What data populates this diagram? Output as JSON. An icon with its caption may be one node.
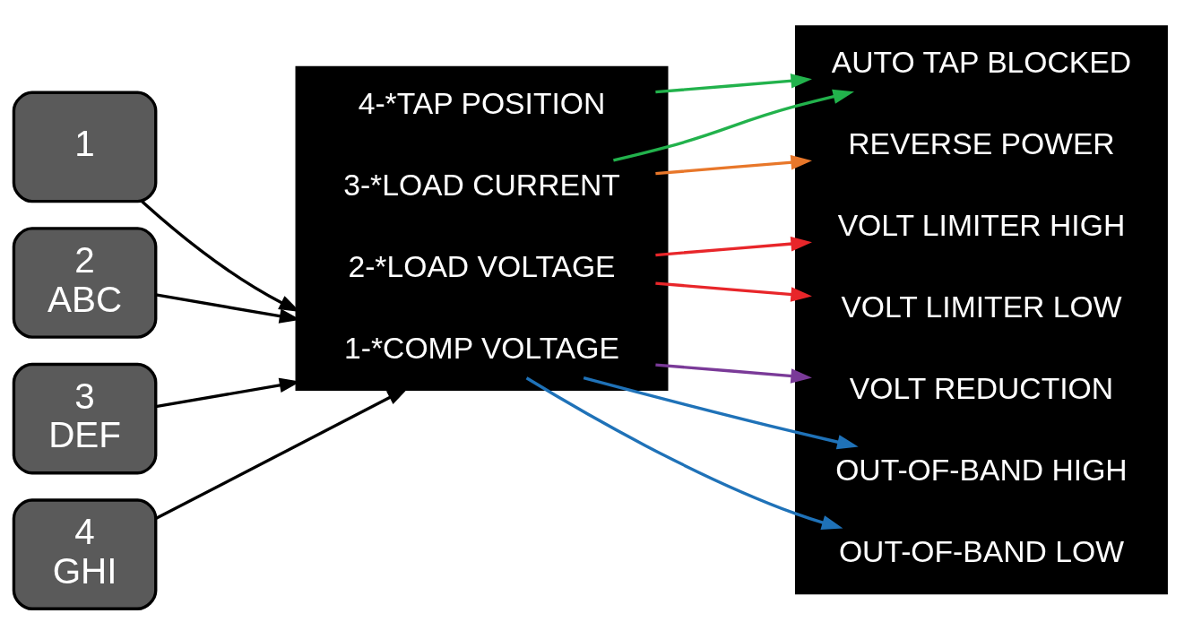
{
  "diagram": {
    "nodes": [
      {
        "text": [
          "1"
        ]
      },
      {
        "text": [
          "2",
          "ABC"
        ]
      },
      {
        "text": [
          "3",
          "DEF"
        ]
      },
      {
        "text": [
          "4",
          "GHI"
        ]
      },
      {
        "text": [],
        "shape": "box"
      },
      {
        "text": [
          "1-*COMP VOLTAGE"
        ],
        "in": 4
      },
      {
        "text": [
          "2-*LOAD VOLTAGE"
        ],
        "in": 4
      },
      {
        "text": [
          "3-*LOAD CURRENT"
        ],
        "in": 4
      },
      {
        "text": [
          "4-*TAP POSITION"
        ],
        "in": 4
      },
      {
        "text": [],
        "shape": "box"
      },
      {
        "text": [
          "VOLT LIMITER HIGH"
        ],
        "in": 9
      },
      {
        "text": [
          "OUT-OF-BAND HIGH"
        ],
        "in": 9
      },
      {
        "text": [
          "OUT-OF-BAND LOW"
        ],
        "in": 9
      },
      {
        "text": [
          "VOLT LIMITER LOW"
        ],
        "in": 9
      },
      {
        "text": [
          "AUTO TAP BLOCKED"
        ],
        "in": 9
      },
      {
        "text": [
          "REVERSE POWER"
        ],
        "in": 9
      },
      {
        "text": [
          "VOLT REDUCTION"
        ],
        "in": 9
      }
    ],
    "edges": [
      {
        "from": 0,
        "to": 4,
        "arrow": "to"
      },
      {
        "from": 1,
        "to": 4,
        "arrow": "to"
      },
      {
        "from": 2,
        "to": 4,
        "arrow": "to"
      },
      {
        "from": 3,
        "to": 4,
        "arrow": "to"
      },
      {
        "from": 6,
        "to": 10,
        "arrow": "to",
        "color": "#e8262a"
      },
      {
        "from": 5,
        "to": 11,
        "arrow": "to",
        "color": "#1f72b8"
      },
      {
        "from": 5,
        "to": 12,
        "arrow": "to",
        "color": "#1f72b8"
      },
      {
        "from": 6,
        "to": 13,
        "arrow": "to",
        "color": "#e8262a"
      },
      {
        "from": 7,
        "to": 14,
        "arrow": "to",
        "color": "#22b24c"
      },
      {
        "from": 8,
        "to": 14,
        "arrow": "to",
        "color": "#22b24c"
      },
      {
        "from": 7,
        "to": 15,
        "arrow": "to",
        "color": "#e8772a"
      },
      {
        "from": 5,
        "to": 16,
        "arrow": "to",
        "color": "#7a3a98"
      }
    ]
  }
}
